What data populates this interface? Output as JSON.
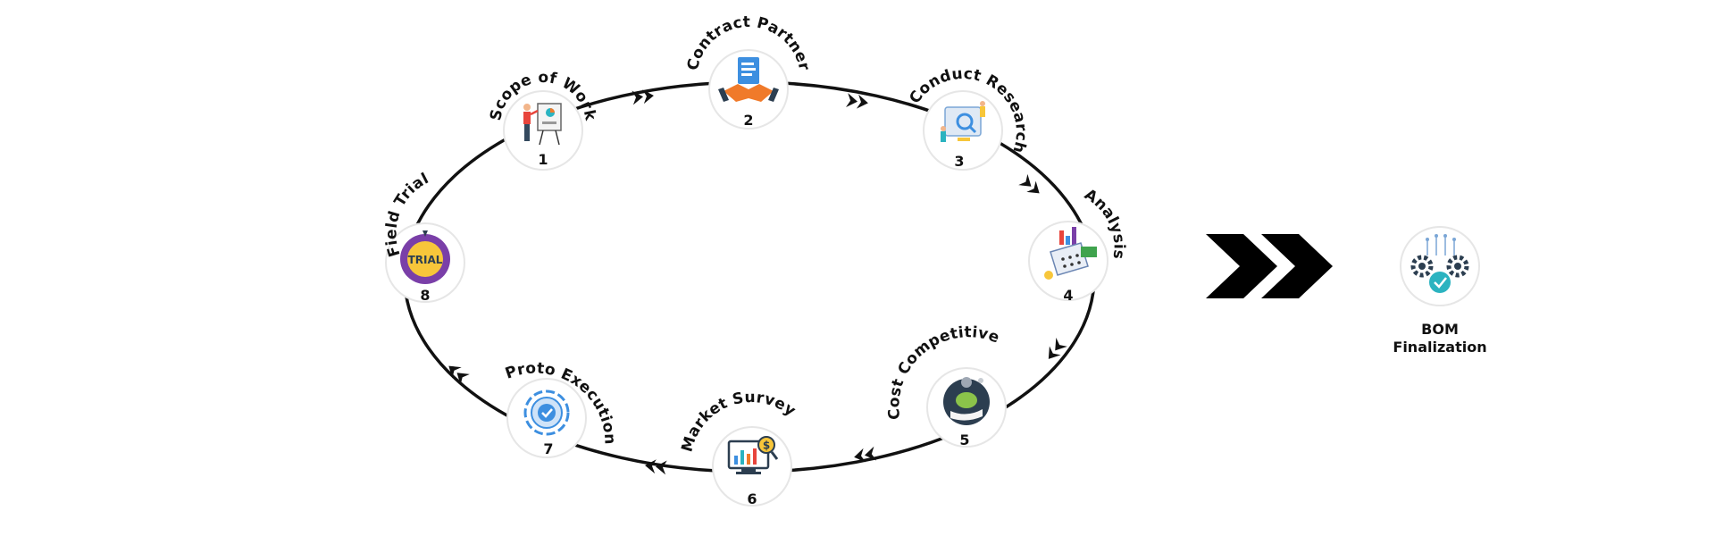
{
  "steps": [
    {
      "label": "Scope of Work",
      "number": "1",
      "icon": "presentation-icon"
    },
    {
      "label": "Contract Partner",
      "number": "2",
      "icon": "handshake-contract-icon"
    },
    {
      "label": "Conduct Research",
      "number": "3",
      "icon": "research-team-icon"
    },
    {
      "label": "Analysis",
      "number": "4",
      "icon": "analysis-calculator-icon"
    },
    {
      "label": "Cost Competitive",
      "number": "5",
      "icon": "savings-hand-icon"
    },
    {
      "label": "Market Survey",
      "number": "6",
      "icon": "market-monitor-icon"
    },
    {
      "label": "Proto Execution",
      "number": "7",
      "icon": "gear-check-icon"
    },
    {
      "label": "Field Trial",
      "number": "8",
      "icon": "trial-badge-icon"
    }
  ],
  "trial_badge_text": "TRIAL",
  "final": {
    "line1": "BOM",
    "line2": "Finalization",
    "icon": "gears-check-icon"
  },
  "colors": {
    "line": "#111111",
    "orange": "#f07a2a",
    "blue": "#3d8fe0",
    "purple": "#7a3fa8",
    "yellow": "#f7c63a",
    "teal": "#2bb3c0",
    "navy": "#2c3e50"
  }
}
